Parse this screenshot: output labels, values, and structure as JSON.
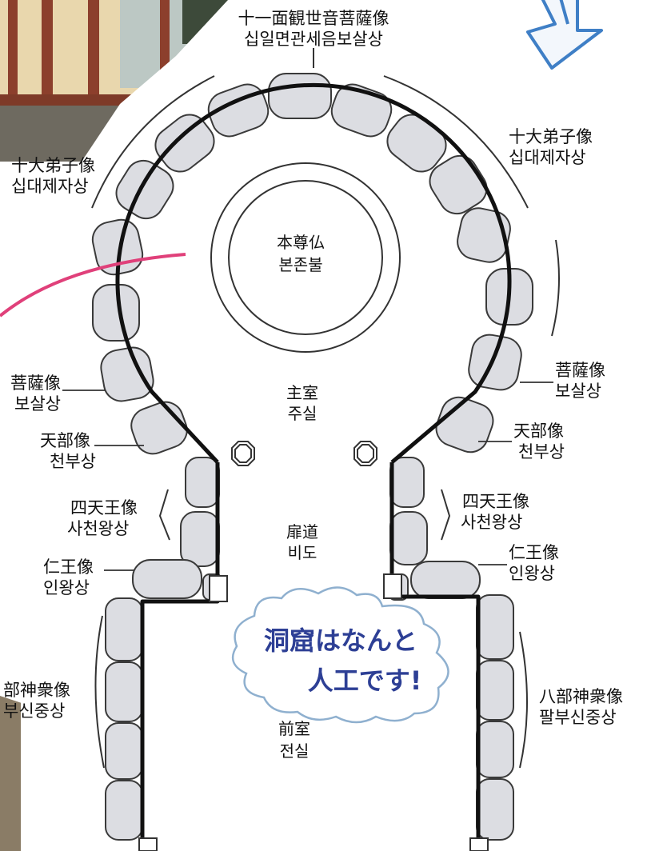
{
  "labels": {
    "top_jp": "十一面観世音菩薩像",
    "top_kr": "십일면관세음보살상",
    "disciples_left_jp": "十大弟子像",
    "disciples_left_kr": "십대제자상",
    "disciples_right_jp": "十大弟子像",
    "disciples_right_kr": "십대제자상",
    "buddha_jp": "本尊仏",
    "buddha_kr": "본존불",
    "main_room_jp": "主室",
    "main_room_kr": "주실",
    "bodhisattva_left_jp": "菩薩像",
    "bodhisattva_left_kr": "보살상",
    "bodhisattva_right_jp": "菩薩像",
    "bodhisattva_right_kr": "보살상",
    "devas_left_jp": "天部像",
    "devas_left_kr": "천부상",
    "devas_right_jp": "天部像",
    "devas_right_kr": "천부상",
    "kings_left_jp": "四天王像",
    "kings_left_kr": "사천왕상",
    "kings_right_jp": "四天王像",
    "kings_right_kr": "사천왕상",
    "corridor_jp": "扉道",
    "corridor_kr": "비도",
    "guardian_left_jp": "仁王像",
    "guardian_left_kr": "인왕상",
    "guardian_right_jp": "仁王像",
    "guardian_right_kr": "인왕상",
    "eight_left_jp": "部神衆像",
    "eight_left_kr": "부신중상",
    "eight_right_jp": "八部神衆像",
    "eight_right_kr": "팔부신중상",
    "antechamber_jp": "前室",
    "antechamber_kr": "전실",
    "cloud_line1": "洞窟はなんと",
    "cloud_line2": "人工です!"
  },
  "colors": {
    "stone_fill": "#dcdde2",
    "stone_stroke": "#3a3a3a",
    "wall": "#111111",
    "arrow": "#3f7fc6",
    "pink_line": "#e0407a",
    "cloud_text": "#2d3f95",
    "cloud_fill": "#ffffff",
    "cloud_stroke": "#8fb0cf",
    "photo_wall": "#e9d7ad",
    "photo_frame": "#8c3f2c"
  },
  "icons": {
    "arrow": "down-arrow-icon",
    "pillars": "octagon-pillar-icon"
  }
}
